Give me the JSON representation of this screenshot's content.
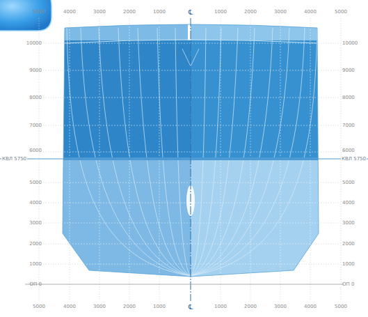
{
  "diagram": {
    "labels": [
      "5000",
      "4000",
      "3000",
      "2000",
      "1000",
      "℄",
      "1000",
      "2000",
      "3000",
      "4000",
      "5000",
      "10000",
      "9000",
      "8000",
      "7000",
      "6000",
      "КВЛ 5750",
      "5000",
      "4000",
      "3000",
      "2000",
      "1000",
      "ОП 0",
      "10000",
      "9000",
      "8000",
      "7000",
      "6000",
      "КВЛ 5750",
      "5000",
      "4000",
      "3000",
      "2000",
      "1000",
      "ОП 0",
      "5000",
      "4000",
      "3000",
      "2000",
      "1000",
      "℄",
      "1000",
      "2000",
      "3000",
      "4000",
      "5000"
    ]
  }
}
